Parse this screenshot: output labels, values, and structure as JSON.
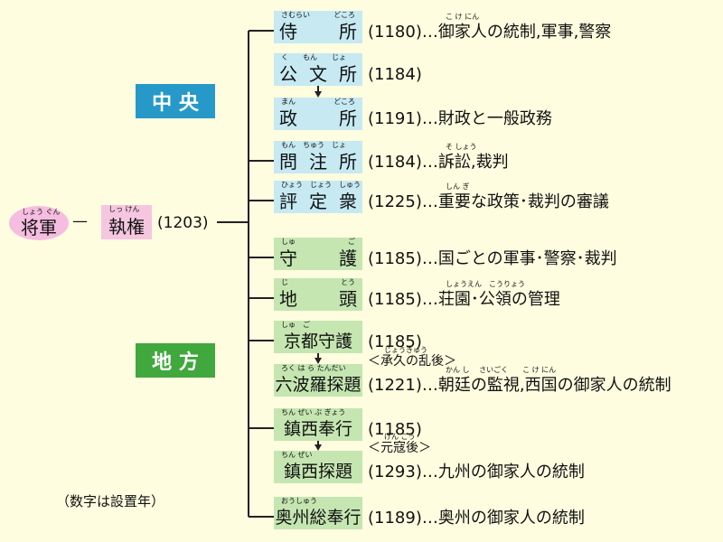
{
  "colors": {
    "background": "#fefde0",
    "central_box": "#c6e9f2",
    "local_box": "#c5e6b1",
    "central_label": "#2699c9",
    "local_label": "#41a83e",
    "shogun_bubble": "#f6bde0",
    "shikken_box": "#f6c6e0",
    "line": "#222222"
  },
  "legend_note": "（数字は設置年）",
  "shogun": {
    "text": "将軍",
    "ruby": "しょう ぐん"
  },
  "shikken": {
    "text": "執権",
    "ruby": "しっ けん",
    "year": "(1203)"
  },
  "categories": {
    "central": "中 央",
    "local": "地 方"
  },
  "offices": [
    {
      "id": "samuraidokoro",
      "chars": [
        "侍",
        "所"
      ],
      "ruby_left": "さむらい",
      "ruby_right": "どころ",
      "desc": "(1180)…御家人の統制,軍事,警察",
      "desc_ruby": "こ け にん",
      "group": "central"
    },
    {
      "id": "kumonjo",
      "chars": [
        "公",
        "文",
        "所"
      ],
      "ruby_left": "く　　もん　　じょ",
      "ruby_right": "",
      "desc": "(1184)",
      "desc_ruby": "",
      "group": "central"
    },
    {
      "id": "mandokoro",
      "chars": [
        "政",
        "所"
      ],
      "ruby_left": "まん",
      "ruby_right": "どころ",
      "desc": "(1191)…財政と一般政務",
      "desc_ruby": "",
      "group": "central"
    },
    {
      "id": "monchujo",
      "chars": [
        "問",
        "注",
        "所"
      ],
      "ruby_left": "もん　ちゅう　じょ",
      "ruby_right": "",
      "desc": "(1184)…訴訟,裁判",
      "desc_ruby": "そ しょう",
      "group": "central"
    },
    {
      "id": "hyojoshu",
      "chars": [
        "評",
        "定",
        "衆"
      ],
      "ruby_left": "ひょう　じょう　しゅう",
      "ruby_right": "",
      "desc": "(1225)…重要な政策･裁判の審議",
      "desc_ruby": "しん ぎ",
      "group": "central"
    },
    {
      "id": "shugo",
      "chars": [
        "守",
        "護"
      ],
      "ruby_left": "しゅ",
      "ruby_right": "ご",
      "desc": "(1185)…国ごとの軍事･警察･裁判",
      "desc_ruby": "",
      "group": "local"
    },
    {
      "id": "jito",
      "chars": [
        "地",
        "頭"
      ],
      "ruby_left": "じ",
      "ruby_right": "とう",
      "desc": "(1185)…荘園･公領の管理",
      "desc_ruby": "しょうえん　こうりょう",
      "group": "local"
    },
    {
      "id": "kyotoshugo",
      "chars": [
        "京都守護"
      ],
      "ruby_left": "しゅ　ご",
      "ruby_right": "",
      "desc": "(1185)",
      "desc_ruby": "",
      "group": "local"
    },
    {
      "id": "rokuhara",
      "chars": [
        "六波羅探題"
      ],
      "ruby_left": "ろく は ら たんだい",
      "ruby_right": "",
      "desc": "(1221)…朝廷の監視,西国の御家人の統制",
      "desc_ruby": "かん し　 さいごく　　こ け にん",
      "note": "＜承久の乱後＞",
      "note_ruby": "じょうきゅう",
      "group": "local"
    },
    {
      "id": "chinzeibugyo",
      "chars": [
        "鎮西奉行"
      ],
      "ruby_left": "ちん ぜい ぶ ぎょう",
      "ruby_right": "",
      "desc": "(1185)",
      "desc_ruby": "",
      "group": "local"
    },
    {
      "id": "chinzeitandai",
      "chars": [
        "鎮西探題"
      ],
      "ruby_left": "ちん ぜい",
      "ruby_right": "",
      "desc": "(1293)…九州の御家人の統制",
      "desc_ruby": "",
      "note": "＜元寇後＞",
      "note_ruby": "げん こう",
      "group": "local"
    },
    {
      "id": "oshusobugyo",
      "chars": [
        "奥州総奉行"
      ],
      "ruby_left": "おうしゅう",
      "ruby_right": "",
      "desc": "(1189)…奥州の御家人の統制",
      "desc_ruby": "",
      "group": "local"
    }
  ]
}
